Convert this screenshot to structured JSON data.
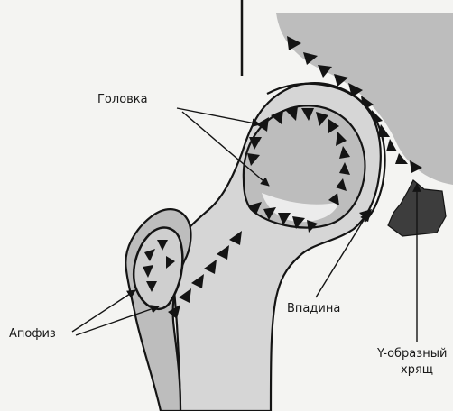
{
  "labels": {
    "head": "Головка",
    "apophysis": "Апофиз",
    "socket": "Впадина",
    "cartilage_line1": "Y-образный",
    "cartilage_line2": "хрящ"
  },
  "colors": {
    "background": "#f4f4f2",
    "bone_gray": "#bdbdbd",
    "light_gray": "#d6d6d6",
    "highlight": "#ececec",
    "ink": "#141414",
    "cartilage": "#3d3d3d"
  }
}
